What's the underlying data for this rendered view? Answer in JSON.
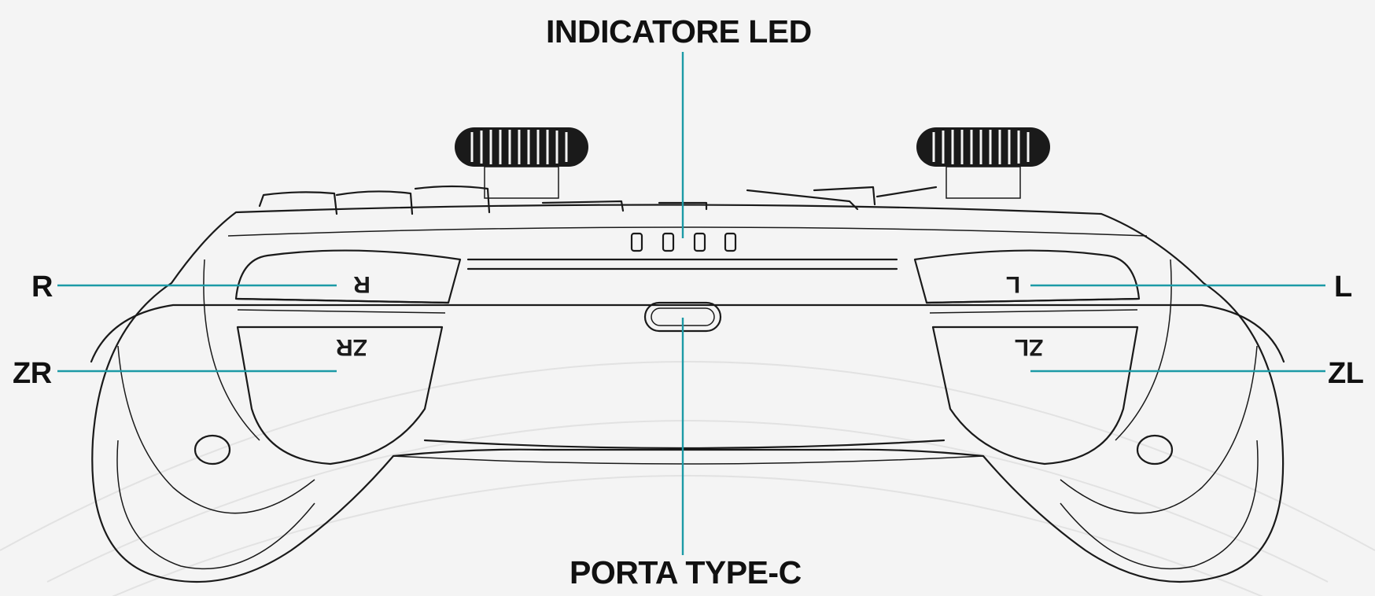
{
  "callouts": {
    "led": "INDICATORE LED",
    "port": "PORTA TYPE-C",
    "r": "R",
    "zr": "ZR",
    "l": "L",
    "zl": "ZL"
  },
  "button_marks": {
    "r": "R",
    "zr": "ZR",
    "l": "L",
    "zl": "ZL"
  },
  "colors": {
    "leader": "#1c9aa6",
    "outline": "#1a1a1a",
    "background": "#f4f4f4"
  }
}
